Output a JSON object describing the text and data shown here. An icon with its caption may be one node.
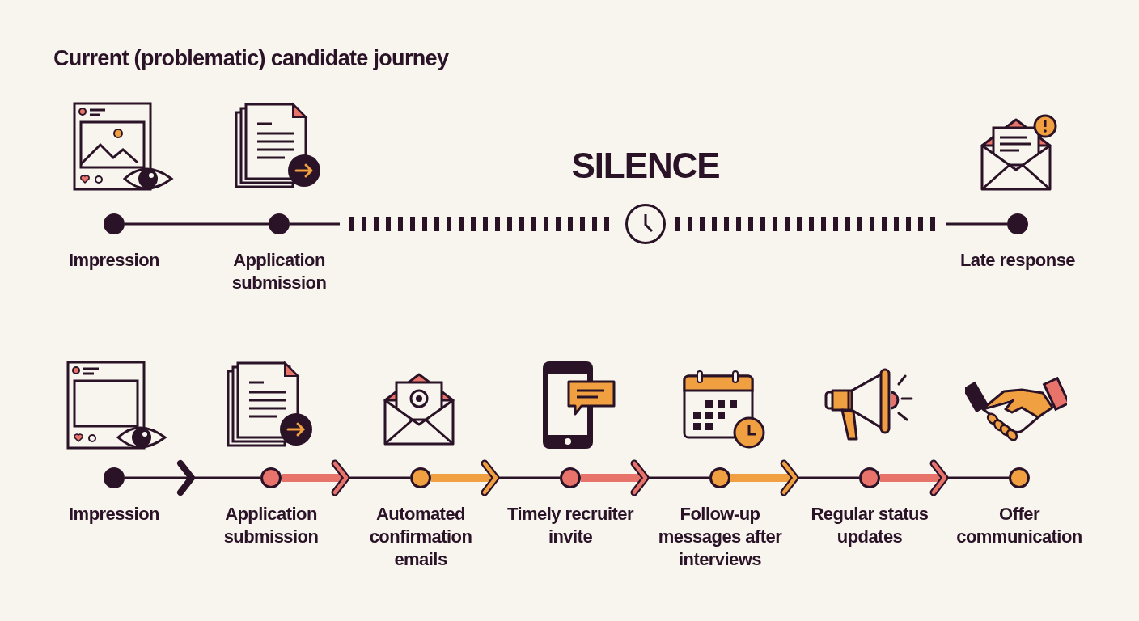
{
  "diagram": {
    "title": "Current (problematic) candidate journey",
    "nodes": [
      {
        "text": [],
        "shape": "circle",
        "beside": [
          "Impression"
        ]
      },
      {
        "text": [],
        "shape": "circle",
        "beside": [
          "Application submission"
        ]
      },
      {
        "text": [],
        "shape": "circle"
      },
      {
        "text": [],
        "shape": "circle",
        "beside": [
          "Late response"
        ]
      },
      {
        "text": [],
        "shape": "circle",
        "beside": [
          "Impression"
        ]
      },
      {
        "text": [],
        "shape": "circle",
        "beside": [
          "Application submission"
        ]
      },
      {
        "text": [],
        "shape": "circle",
        "beside": [
          "Automated confirmation emails"
        ]
      },
      {
        "text": [],
        "shape": "circle",
        "beside": [
          "Timely recruiter invite"
        ]
      },
      {
        "text": [],
        "shape": "circle",
        "beside": [
          "Follow-up messages after interviews"
        ]
      },
      {
        "text": [],
        "shape": "circle",
        "beside": [
          "Regular status updates"
        ]
      },
      {
        "text": [],
        "shape": "circle",
        "beside": [
          "Offer communication"
        ]
      }
    ],
    "edges": [
      {
        "from": 0,
        "to": 1,
        "arrow": "none"
      },
      {
        "from": 1,
        "to": 2,
        "arrow": "none",
        "style": "dashed"
      },
      {
        "from": 2,
        "to": 3,
        "arrow": "none",
        "style": "dashed"
      },
      {
        "from": 4,
        "to": 5,
        "arrow": "to"
      },
      {
        "from": 5,
        "to": 6,
        "arrow": "none"
      },
      {
        "from": 6,
        "to": 7,
        "arrow": "none"
      },
      {
        "from": 7,
        "to": 8,
        "arrow": "none"
      },
      {
        "from": 8,
        "to": 9,
        "arrow": "none"
      },
      {
        "from": 9,
        "to": 10,
        "arrow": "none"
      },
      {
        "from": 5,
        "to": null,
        "arrow": "to",
        "style": "thick",
        "color": "#e8736b"
      },
      {
        "from": 6,
        "to": null,
        "arrow": "to",
        "style": "thick",
        "color": "#f0a040"
      },
      {
        "from": 7,
        "to": null,
        "arrow": "to",
        "style": "thick",
        "color": "#e8736b"
      },
      {
        "from": 8,
        "to": null,
        "arrow": "to",
        "style": "thick",
        "color": "#f0a040"
      },
      {
        "from": 9,
        "to": null,
        "arrow": "to",
        "style": "thick",
        "color": "#e8736b"
      }
    ],
    "labels": [
      "SILENCE"
    ]
  }
}
